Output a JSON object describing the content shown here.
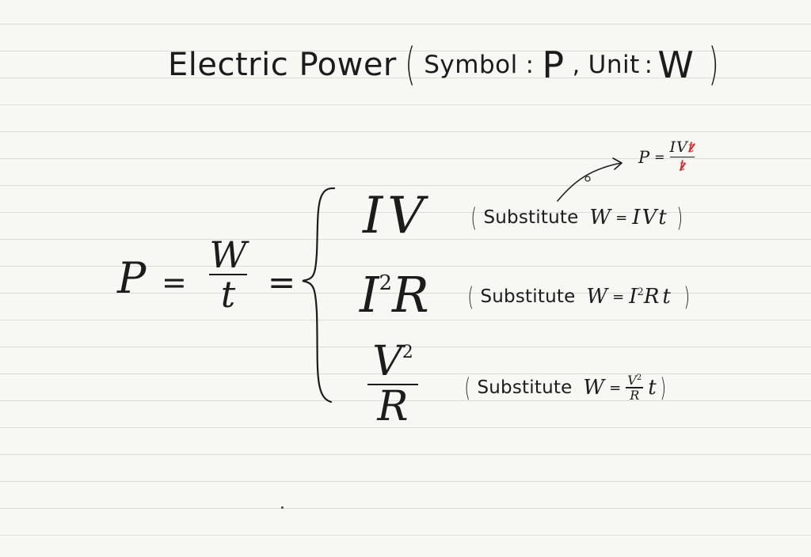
{
  "title": {
    "text": "Electric Power",
    "symbol_label": "Symbol",
    "symbol_value": "P",
    "unit_label": "Unit",
    "unit_value": "W"
  },
  "equation": {
    "lhs": "P",
    "numerator": "W",
    "denominator": "t",
    "cases": [
      {
        "expr": "IV"
      },
      {
        "base": "I",
        "exp": "2",
        "tail": "R"
      },
      {
        "numerator": "V",
        "exp": "2",
        "denominator": "R"
      }
    ]
  },
  "notes": [
    {
      "label": "Substitute",
      "lhs": "W",
      "rhs": "IVt"
    },
    {
      "label": "Substitute",
      "lhs": "W",
      "rhs_base": "I",
      "rhs_exp": "2",
      "rhs_tail": "Rt"
    },
    {
      "label": "Substitute",
      "lhs": "W",
      "rhs_num": "V",
      "rhs_exp": "2",
      "rhs_den": "R",
      "rhs_tail": "t"
    }
  ],
  "annotation": {
    "lhs": "P",
    "numerator_kept": "IV",
    "numerator_struck": "t",
    "denominator_struck": "t"
  },
  "colors": {
    "paper": "#f7f7f3",
    "rule_line": "#dcdcd6",
    "ink": "#1c1c1c",
    "correction_red": "#d62b2b"
  }
}
